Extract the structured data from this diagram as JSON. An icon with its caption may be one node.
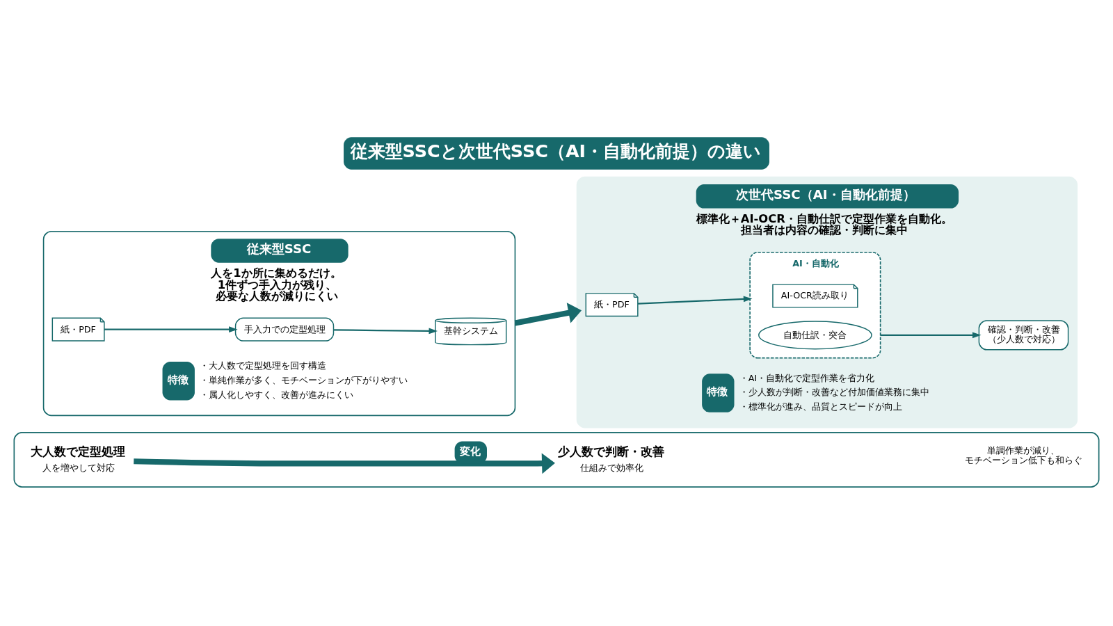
{
  "diagram": {
    "title": "従来型SSCと次世代SSC（AI・自動化前提）の違い",
    "nodes": [
      {
        "text": [
          "従来型SSC",
          "人を1か所に集めるだけ。1件ずつ手入力が残り、必要な人数が減りにくい"
        ]
      },
      {
        "text": [
          "紙・PDF"
        ],
        "in": 0
      },
      {
        "text": [
          "手入力での定型処理"
        ],
        "in": 0
      },
      {
        "text": [
          "基幹システム"
        ],
        "in": 0
      },
      {
        "text": [
          "特徴"
        ],
        "in": 0,
        "beside": [
          "・大人数で定型処理を回す構造",
          "・単純作業が多く、モチベーションが下がりやすい",
          "・属人化しやすく、改善が進みにくい"
        ]
      },
      {
        "text": [
          "次世代SSC（AI・自動化前提）",
          "標準化＋AI-OCR・自動仕訳で定型作業を自動化。担当者は内容の確認・判断に集中"
        ]
      },
      {
        "text": [
          "紙・PDF"
        ],
        "in": 5
      },
      {
        "text": [
          "AI・自動化"
        ],
        "in": 5
      },
      {
        "text": [
          "AI-OCR読み取り"
        ],
        "in": 7
      },
      {
        "text": [
          "自動仕訳・突合"
        ],
        "in": 7
      },
      {
        "text": [
          "確認・判断・改善（少人数で対応）"
        ],
        "in": 5
      },
      {
        "text": [
          "特徴"
        ],
        "in": 5,
        "beside": [
          "・AI・自動化で定型作業を省力化",
          "・少人数が判断・改善など付加価値業務に集中",
          "・標準化が進み、品質とスピードが向上"
        ]
      },
      {
        "text": [],
        "shape": "box"
      },
      {
        "text": [
          "大人数で定型処理",
          "人を増やして対応"
        ],
        "in": 12
      },
      {
        "text": [
          "少人数で判断・改善",
          "仕組みで効率化"
        ],
        "in": 12
      },
      {
        "text": [
          "単調作業が減り、モチベーション低下も和らぐ"
        ],
        "in": 12
      }
    ],
    "edges": [
      {
        "from": 1,
        "to": 2,
        "arrow": "to"
      },
      {
        "from": 2,
        "to": 3,
        "arrow": "to"
      },
      {
        "from": 0,
        "to": 5,
        "arrow": "to",
        "style": "thick"
      },
      {
        "from": 6,
        "to": 7,
        "arrow": "to"
      },
      {
        "from": 7,
        "to": 10,
        "arrow": "to"
      },
      {
        "from": 13,
        "to": 14,
        "arrow": "to",
        "label": "変化",
        "style": "thick"
      }
    ]
  }
}
